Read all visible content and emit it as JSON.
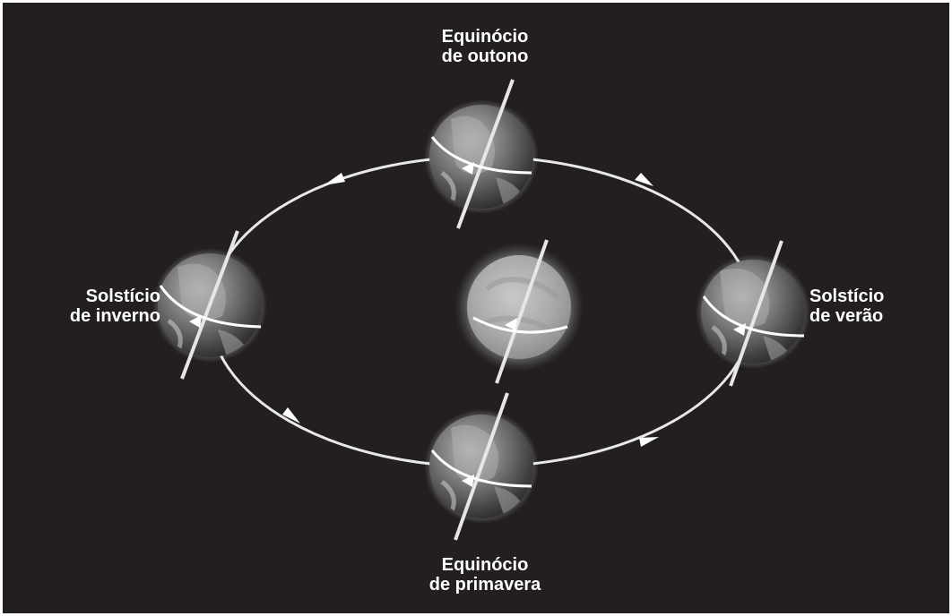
{
  "labels": {
    "autumn_equinox": {
      "line1": "Equinócio",
      "line2": "de outono"
    },
    "spring_equinox": {
      "line1": "Equinócio",
      "line2": "de primavera"
    },
    "winter_solstice": {
      "line1": "Solstício",
      "line2": "de inverno"
    },
    "summer_solstice": {
      "line1": "Solstício",
      "line2": "de verão"
    }
  },
  "colors": {
    "background": "#231f20",
    "orbit": "#e8e8e8",
    "earth": "#6d6d6d",
    "sun": "#b5b5b5"
  }
}
